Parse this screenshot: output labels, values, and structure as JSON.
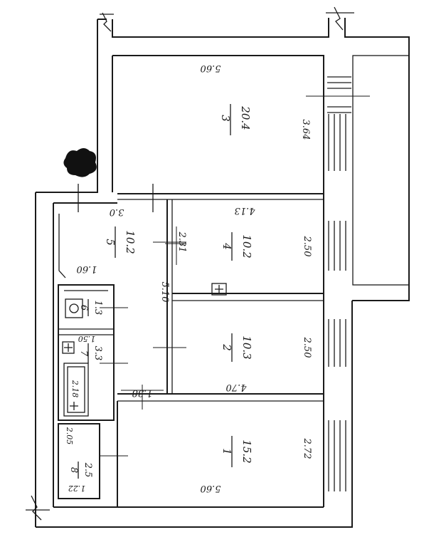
{
  "rooms": [
    {
      "number": "3",
      "area": "20.4",
      "width": "5.60",
      "depth": "3.64"
    },
    {
      "number": "4",
      "area": "10.2",
      "width": "4.13",
      "depth": "2.50",
      "side": "2.31"
    },
    {
      "number": "5",
      "area": "10.2",
      "width": "3.0",
      "length": "5.10",
      "wide": "1.60"
    },
    {
      "number": "2",
      "area": "10.3",
      "width": "4.70",
      "depth": "2.50"
    },
    {
      "number": "1",
      "area": "15.2",
      "width": "5.60",
      "depth": "2.72",
      "hall": "1.38"
    },
    {
      "number": "6",
      "area": "1.3"
    },
    {
      "number": "7",
      "area": "3.3",
      "width": "1.50",
      "bath": "2.18"
    },
    {
      "number": "8",
      "area": "2.5",
      "depth": "2.05",
      "width": "1.22"
    }
  ],
  "colors": {
    "ink": "#1a1a1a",
    "paper": "#ffffff"
  },
  "icons": [
    "break-line-icon",
    "stamp-icon",
    "vent-icon",
    "cross-mark-icon"
  ]
}
